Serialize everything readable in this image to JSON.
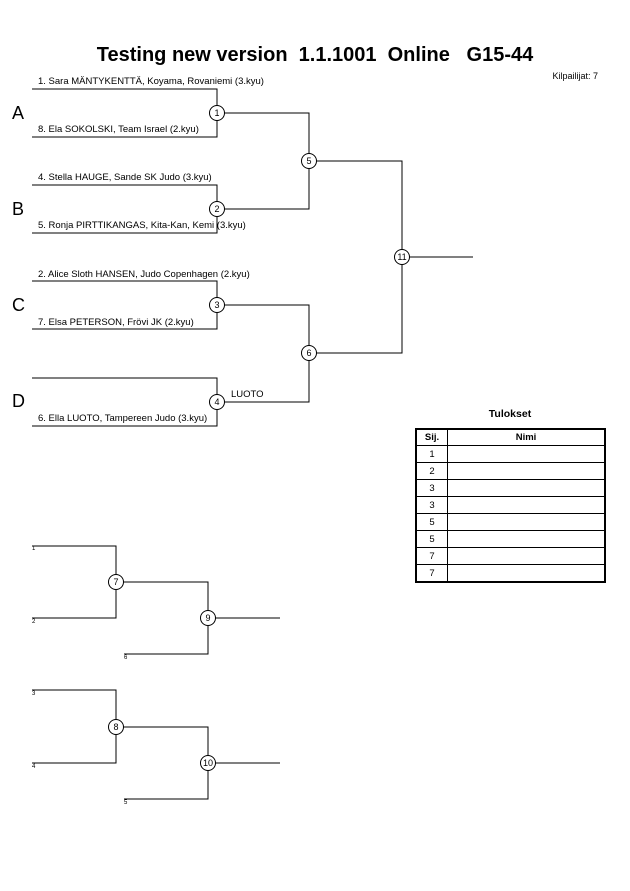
{
  "header": {
    "title": "Testing new version  1.1.1001  Online   G15-44",
    "competitor_count": "Kilpailijat: 7"
  },
  "groups": [
    "A",
    "B",
    "C",
    "D"
  ],
  "competitors": [
    "1. Sara MÄNTYKENTTÄ, Koyama, Rovaniemi (3.kyu)",
    "8. Ela SOKOLSKI, Team Israel (2.kyu)",
    "4. Stella HAUGE, Sande SK Judo (3.kyu)",
    "5. Ronja PIRTTIKANGAS, Kita-Kan, Kemi (3.kyu)",
    "2. Alice Sloth HANSEN, Judo Copenhagen (2.kyu)",
    "7. Elsa PETERSON, Frövi JK (2.kyu)",
    "",
    "6. Ella LUOTO, Tampereen Judo (3.kyu)"
  ],
  "bye_winner": "LUOTO",
  "match_numbers": [
    "1",
    "2",
    "3",
    "4",
    "5",
    "6",
    "11",
    "7",
    "9",
    "8",
    "10"
  ],
  "repechage_labels": [
    "1",
    "2",
    "6",
    "3",
    "4",
    "5"
  ],
  "results": {
    "title": "Tulokset",
    "columns": [
      "Sij.",
      "Nimi"
    ],
    "places": [
      "1",
      "2",
      "3",
      "3",
      "5",
      "5",
      "7",
      "7"
    ]
  }
}
